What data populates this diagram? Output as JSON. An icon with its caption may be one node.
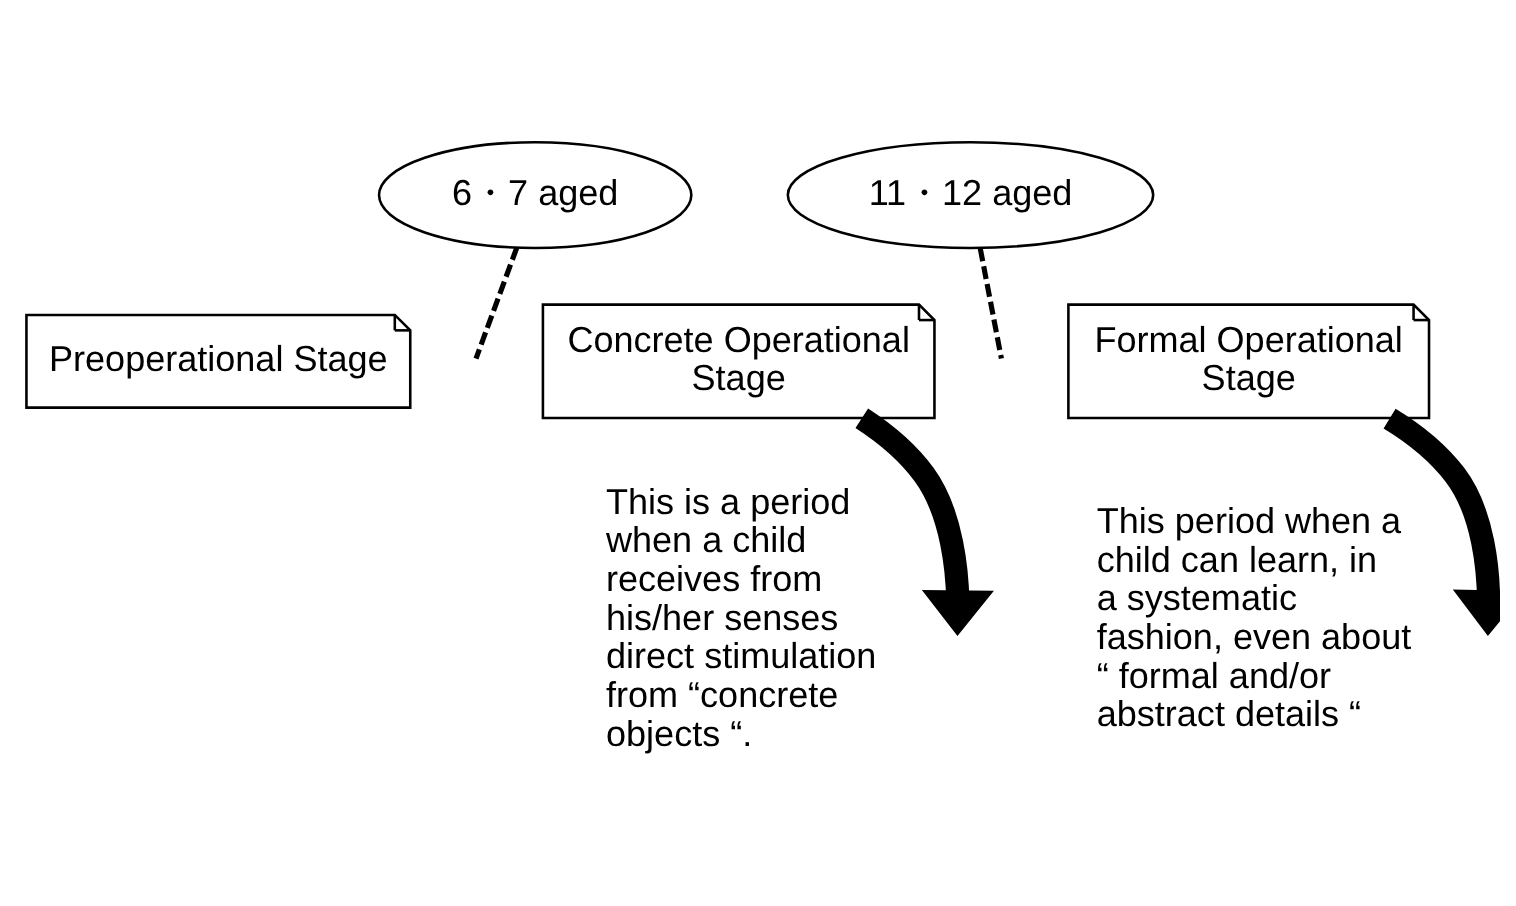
{
  "diagram": {
    "nodes": [
      {
        "text": [
          "6・7 aged"
        ]
      },
      {
        "text": [
          "11・12 aged"
        ]
      },
      {
        "text": [
          "Preoperational Stage"
        ]
      },
      {
        "text": [
          "Concrete Operational",
          "Stage"
        ],
        "beside": [
          "This is a period when a child receives from his/her senses direct stimulation from “concrete objects “."
        ]
      },
      {
        "text": [
          "Formal Operational",
          "Stage"
        ],
        "beside": [
          "This period when a child can learn, in a systematic fashion, even about “ formal and/or abstract details “"
        ]
      }
    ],
    "edges": [
      {
        "from": 0,
        "to": null,
        "arrow": "none",
        "style": "dashed"
      },
      {
        "from": 1,
        "to": null,
        "arrow": "none",
        "style": "dashed"
      },
      {
        "from": 3,
        "to": null,
        "arrow": "to",
        "style": "thick"
      },
      {
        "from": 4,
        "to": null,
        "arrow": "to",
        "style": "thick"
      }
    ]
  }
}
